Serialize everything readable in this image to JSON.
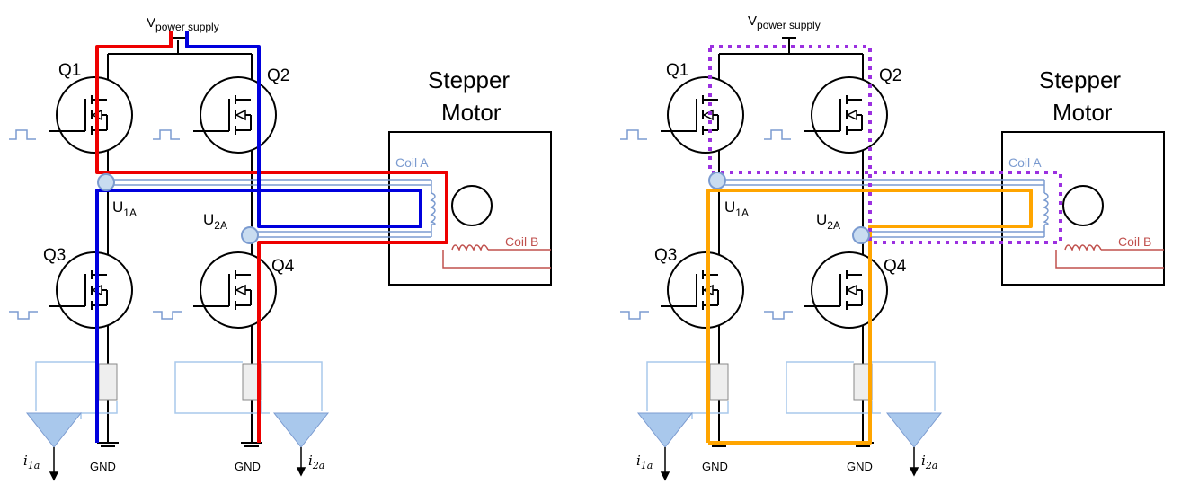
{
  "colors": {
    "path_a": "#ee0000",
    "path_b": "#0000dd",
    "recirc_supply": "#9b30e0",
    "recirc_ground": "#ffa500",
    "coil_a": "#7b9bd0",
    "coil_b": "#c0504d",
    "sense": "#a9c8ec"
  },
  "motor": {
    "title_line1": "Stepper",
    "title_line2": "Motor"
  },
  "coil_a_label": "Coil A",
  "coil_b_label": "Coil B",
  "supply": {
    "main": "V",
    "sub": "power supply"
  },
  "transistors": {
    "q1": "Q1",
    "q2": "Q2",
    "q3": "Q3",
    "q4": "Q4"
  },
  "nodes": {
    "u1": "U",
    "u1_sub": "1A",
    "u2": "U",
    "u2_sub": "2A"
  },
  "ground": "GND",
  "currents": {
    "i1_main": "i",
    "i1_sub": "1a",
    "i2_main": "i",
    "i2_sub": "2a"
  }
}
